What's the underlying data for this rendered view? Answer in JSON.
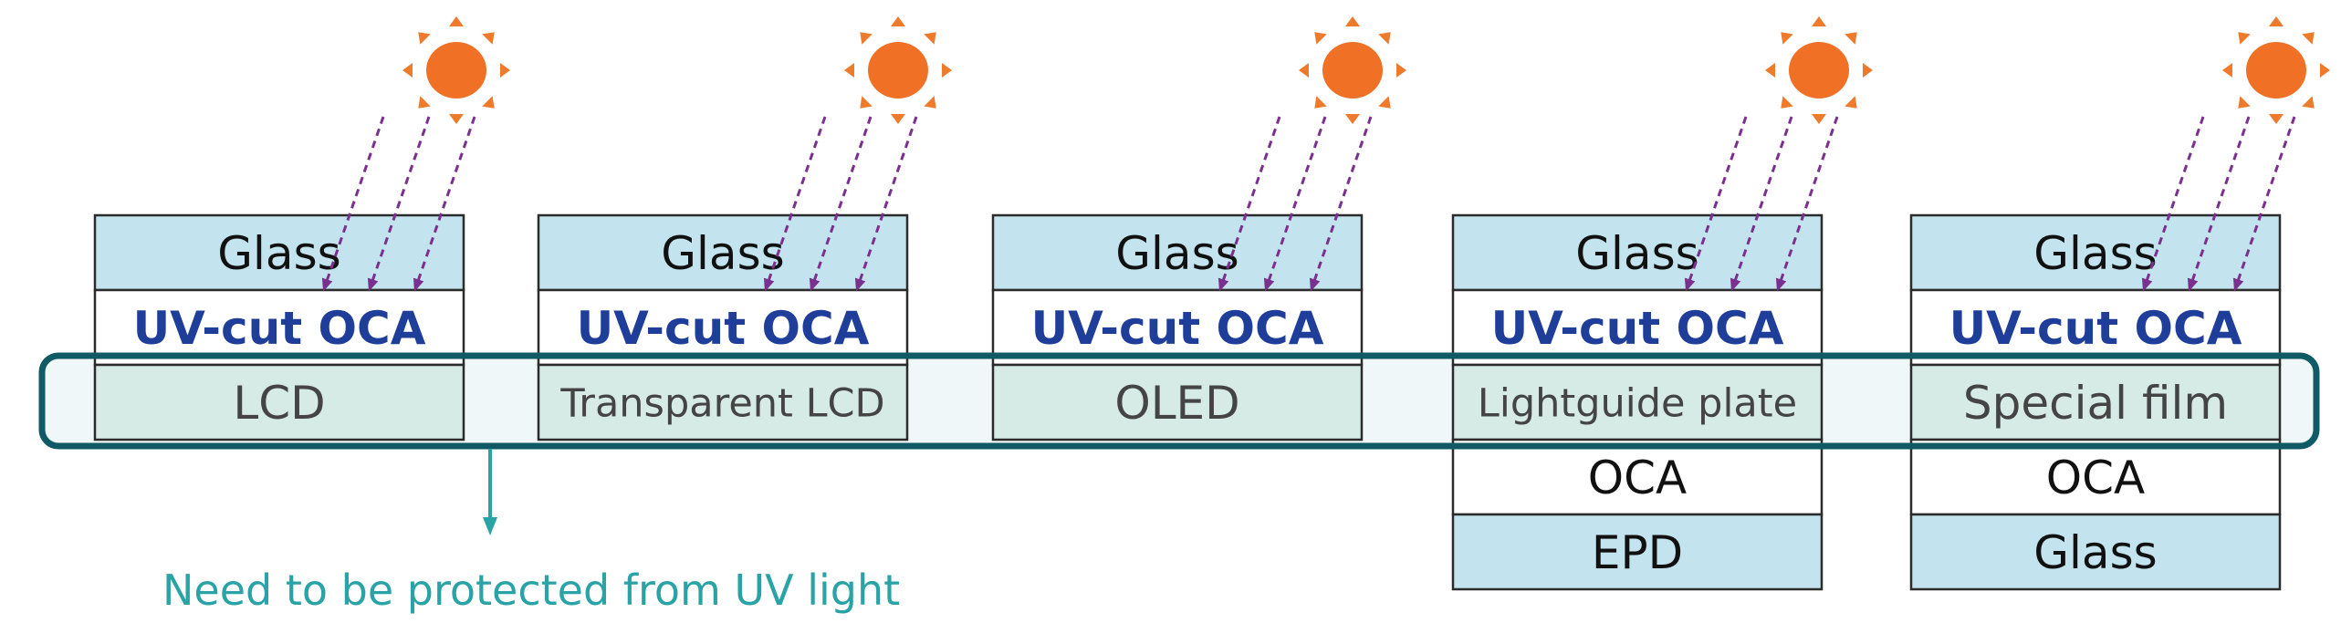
{
  "stacks": [
    {
      "layers": [
        {
          "label": "Glass",
          "kind": "glass"
        },
        {
          "label": "UV-cut OCA",
          "kind": "uvcut"
        },
        {
          "label": "LCD",
          "kind": "protected"
        }
      ]
    },
    {
      "layers": [
        {
          "label": "Glass",
          "kind": "glass"
        },
        {
          "label": "UV-cut OCA",
          "kind": "uvcut"
        },
        {
          "label": "Transparent LCD",
          "kind": "protected"
        }
      ]
    },
    {
      "layers": [
        {
          "label": "Glass",
          "kind": "glass"
        },
        {
          "label": "UV-cut OCA",
          "kind": "uvcut"
        },
        {
          "label": "OLED",
          "kind": "protected"
        }
      ]
    },
    {
      "layers": [
        {
          "label": "Glass",
          "kind": "glass"
        },
        {
          "label": "UV-cut OCA",
          "kind": "uvcut"
        },
        {
          "label": "Lightguide plate",
          "kind": "protected"
        },
        {
          "label": "OCA",
          "kind": "plain"
        },
        {
          "label": "EPD",
          "kind": "glass"
        }
      ]
    },
    {
      "layers": [
        {
          "label": "Glass",
          "kind": "glass"
        },
        {
          "label": "UV-cut OCA",
          "kind": "uvcut"
        },
        {
          "label": "Special film",
          "kind": "protected"
        },
        {
          "label": "OCA",
          "kind": "plain"
        },
        {
          "label": "Glass",
          "kind": "glass"
        }
      ]
    }
  ],
  "callout": {
    "text": "Need to be protected from UV light"
  },
  "colors": {
    "glass_fill": "#c3e4ee",
    "protected_fill": "#d7ebe6",
    "plain_fill": "#ffffff",
    "uvcut_text": "#1f3e99",
    "layer_text": "#111111",
    "protected_text": "#444444",
    "band_stroke": "#0f5a64",
    "band_fill": "#f0f7f8",
    "callout_color": "#2aa3a6",
    "uv_ray": "#7b2f8e",
    "sun_core": "#f07025",
    "sun_ray": "#ee7a2c"
  },
  "icons": {
    "sun": "sun-icon",
    "uv_ray": "uv-ray-arrow"
  }
}
